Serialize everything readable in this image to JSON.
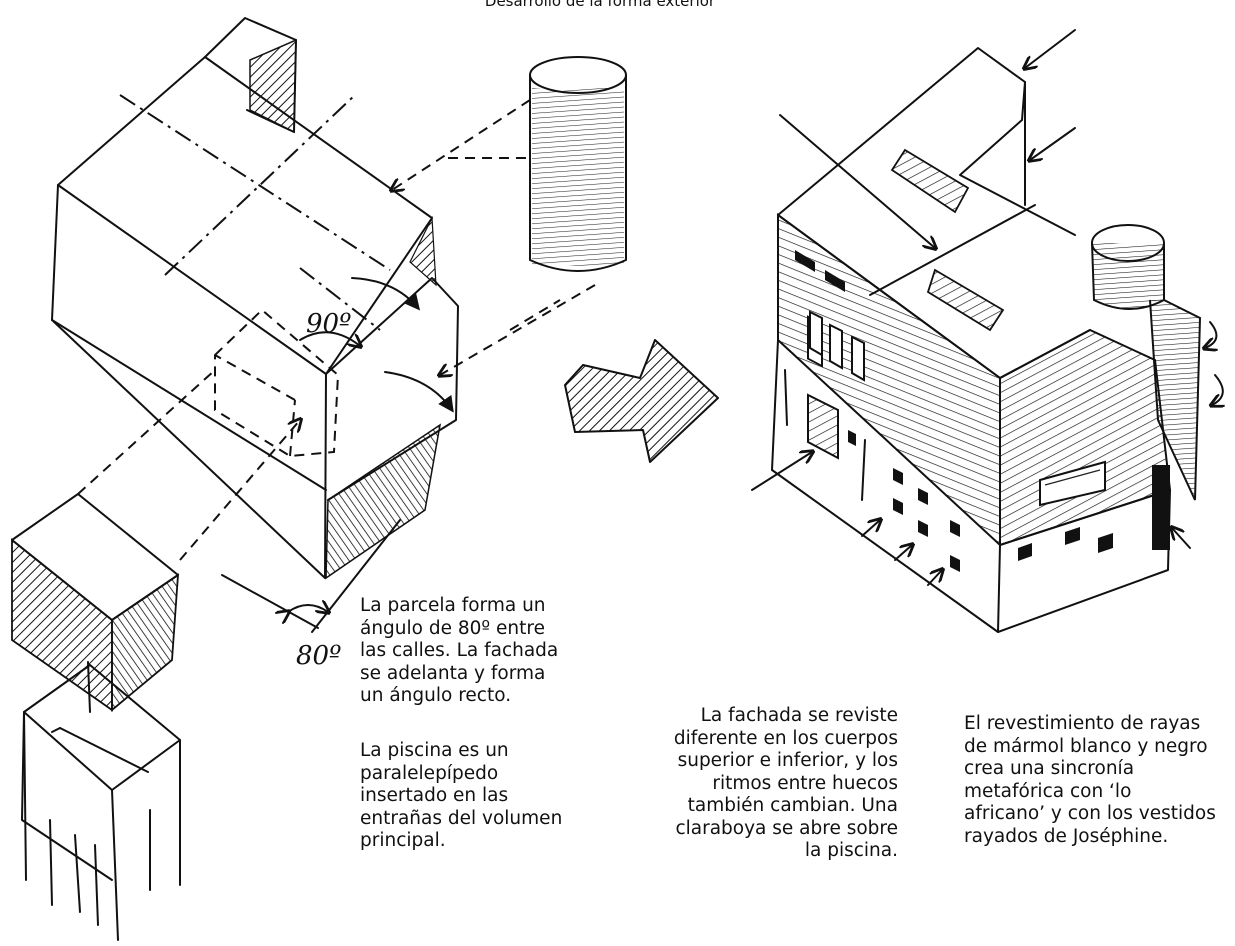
{
  "title": "Desarrollo de la forma exterior",
  "left_sketch": {
    "angle_label_top": "90º",
    "angle_label_bottom": "80º"
  },
  "captions": {
    "parcela": "La parcela forma un\nángulo de 80º entre\nlas calles. La fachada\nse adelanta y forma\nun ángulo recto.",
    "piscina": "La piscina es un\nparalelepípedo\ninsertado en las\nentrañas del volumen\nprincipal.",
    "fachada": "La fachada se reviste\ndiferente en los cuerpos\nsuperior e inferior, y los\nritmos entre huecos\ntambién cambian. Una\nclaraboya se abre sobre\nla piscina.",
    "revestimiento": "El revestimiento de rayas\nde mármol blanco y negro\ncrea una sincronía\nmetafórica con ‘lo\nafricano’ y con los vestidos\nrayados de Joséphine."
  },
  "colors": {
    "ink": "#111111",
    "paper": "#ffffff"
  }
}
